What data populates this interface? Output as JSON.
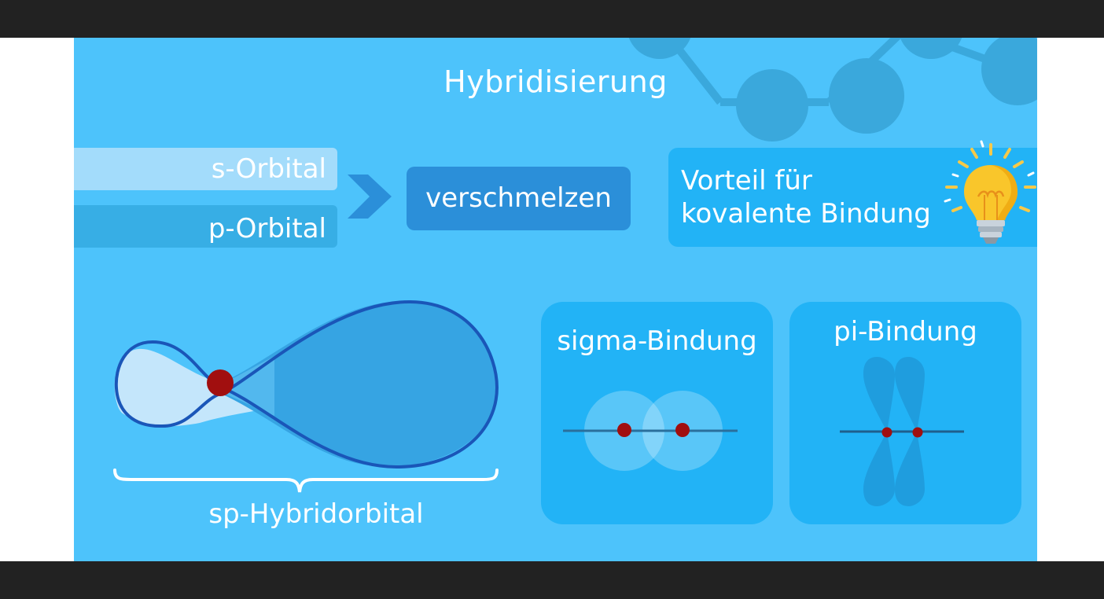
{
  "title": "Hybridisierung",
  "orbitals": {
    "s_label": "s-Orbital",
    "p_label": "p-Orbital"
  },
  "merge_label": "verschmelzen",
  "advantage": {
    "line1": "Vorteil für",
    "line2": "kovalente Bindung"
  },
  "hybrid_label": "sp-Hybridorbital",
  "bonds": {
    "sigma_title": "sigma-Bindung",
    "pi_title": "pi-Bindung"
  },
  "icons": {
    "arrow": "chevron-right-icon",
    "bulb": "lightbulb-icon",
    "molecule": "molecule-decoration"
  },
  "colors": {
    "background": "#4dc3fb",
    "card": "#22b3f6",
    "nucleus": "#a10f0f",
    "orbital_outline": "#1a56b8",
    "merge_box": "#2b8fd9"
  }
}
